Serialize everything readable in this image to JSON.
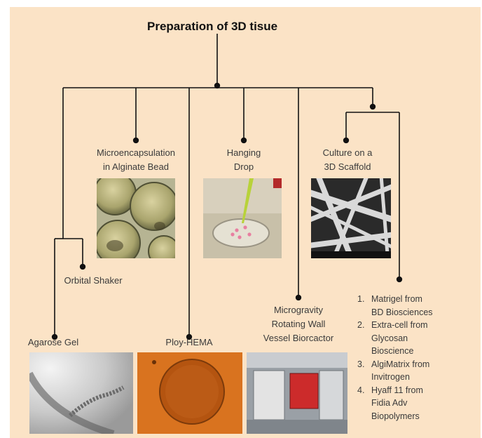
{
  "title": "Preparation of 3D tisue",
  "methods": {
    "microencapsulation": {
      "line1": "Microencapsulation",
      "line2": "in Alginate Bead"
    },
    "hanging_drop": {
      "line1": "Hanging",
      "line2": "Drop"
    },
    "scaffold": {
      "line1": "Culture on a",
      "line2": "3D Scaffold"
    },
    "orbital_shaker": "Orbital Shaker",
    "agarose_gel": "Agarose Gel",
    "poly_hema": "Ploy-HEMA",
    "microgravity": {
      "line1": "Microgravity",
      "line2": "Rotating Wall",
      "line3": "Vessel Biorcactor"
    }
  },
  "scaffold_products": [
    {
      "num": "1.",
      "text": "Matrigel from\nBD Biosciences"
    },
    {
      "num": "2.",
      "text": "Extra-cell from\nGlycosan\nBioscience"
    },
    {
      "num": "3.",
      "text": "AlgiMatrix from\nInvitrogen"
    },
    {
      "num": "4.",
      "text": "Hyaff 11 from\nFidia Adv\nBiopolymers"
    }
  ],
  "colors": {
    "background": "#fbe3c6",
    "line": "#111111",
    "text": "#3b3b3b"
  }
}
